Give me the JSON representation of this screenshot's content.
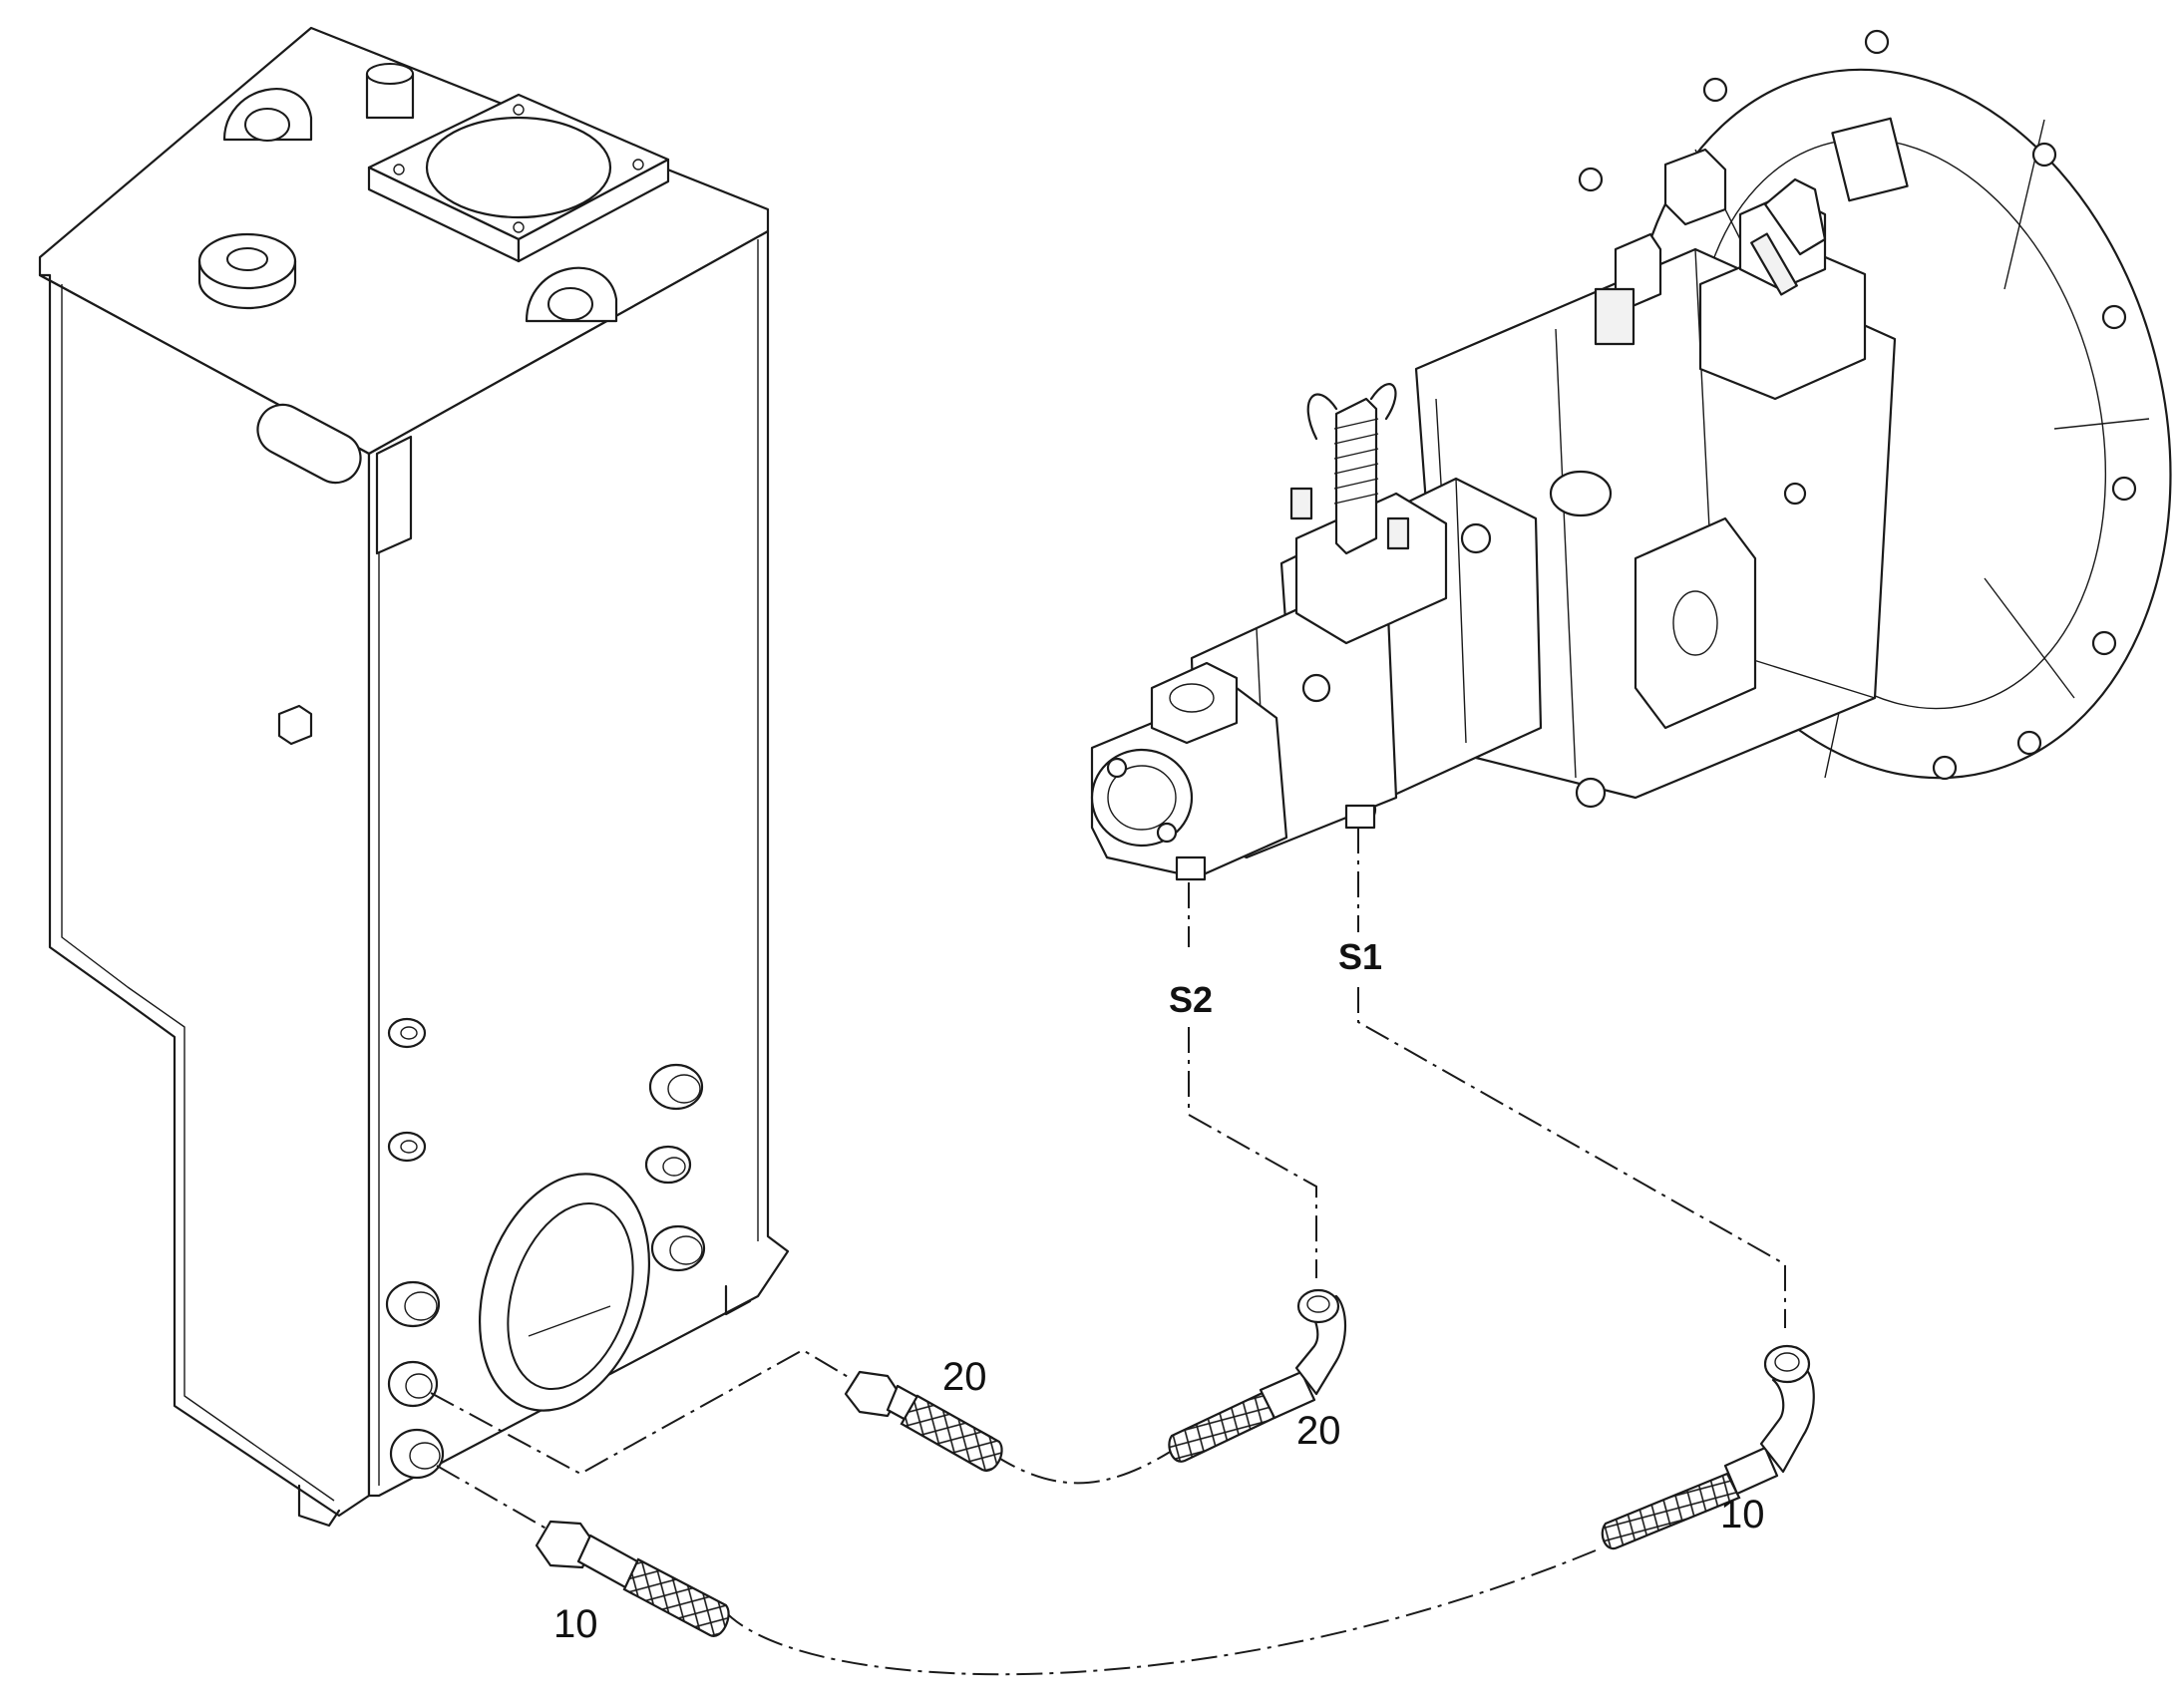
{
  "callouts": {
    "hose_20_upper": "20",
    "hose_20_lower": "20",
    "hose_10_right": "10",
    "hose_10_left": "10"
  },
  "ports": {
    "s1": "S1",
    "s2": "S2"
  }
}
